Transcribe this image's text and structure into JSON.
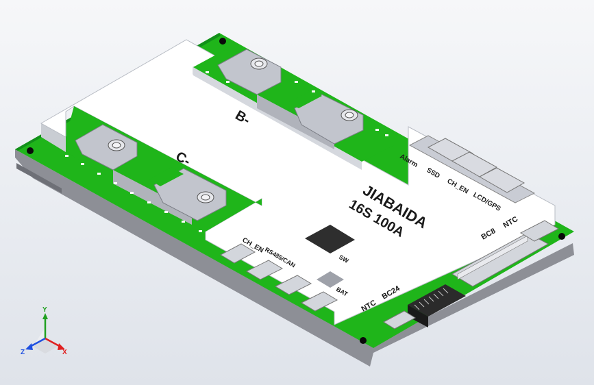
{
  "model": {
    "brand": "JIABAIDA",
    "spec": "16S 100A",
    "terminal_b": "B-",
    "terminal_c": "C-"
  },
  "connectors": {
    "alarm": "Alarm",
    "ssd": "SSD",
    "ch_en_right": "CH_EN",
    "lcd_gps": "LCD/GPS",
    "bc8": "BC8",
    "ntc_right": "NTC",
    "ch_en_left": "CH_EN",
    "rs485_can": "RS485/CAN",
    "sw": "SW",
    "bat": "BAT",
    "ntc_left": "NTC",
    "bc24": "BC24"
  },
  "triad": {
    "x": "X",
    "y": "Y",
    "z": "Z"
  },
  "colors": {
    "pcb_green": "#1fb51a",
    "cover_white": "#ffffff",
    "cover_shadow": "#c9cdd3",
    "metal_gray": "#b9bcc5",
    "connector_dark": "#2b2b2b",
    "axis_x": "#e02020",
    "axis_y": "#20a020",
    "axis_z": "#2050e0"
  }
}
